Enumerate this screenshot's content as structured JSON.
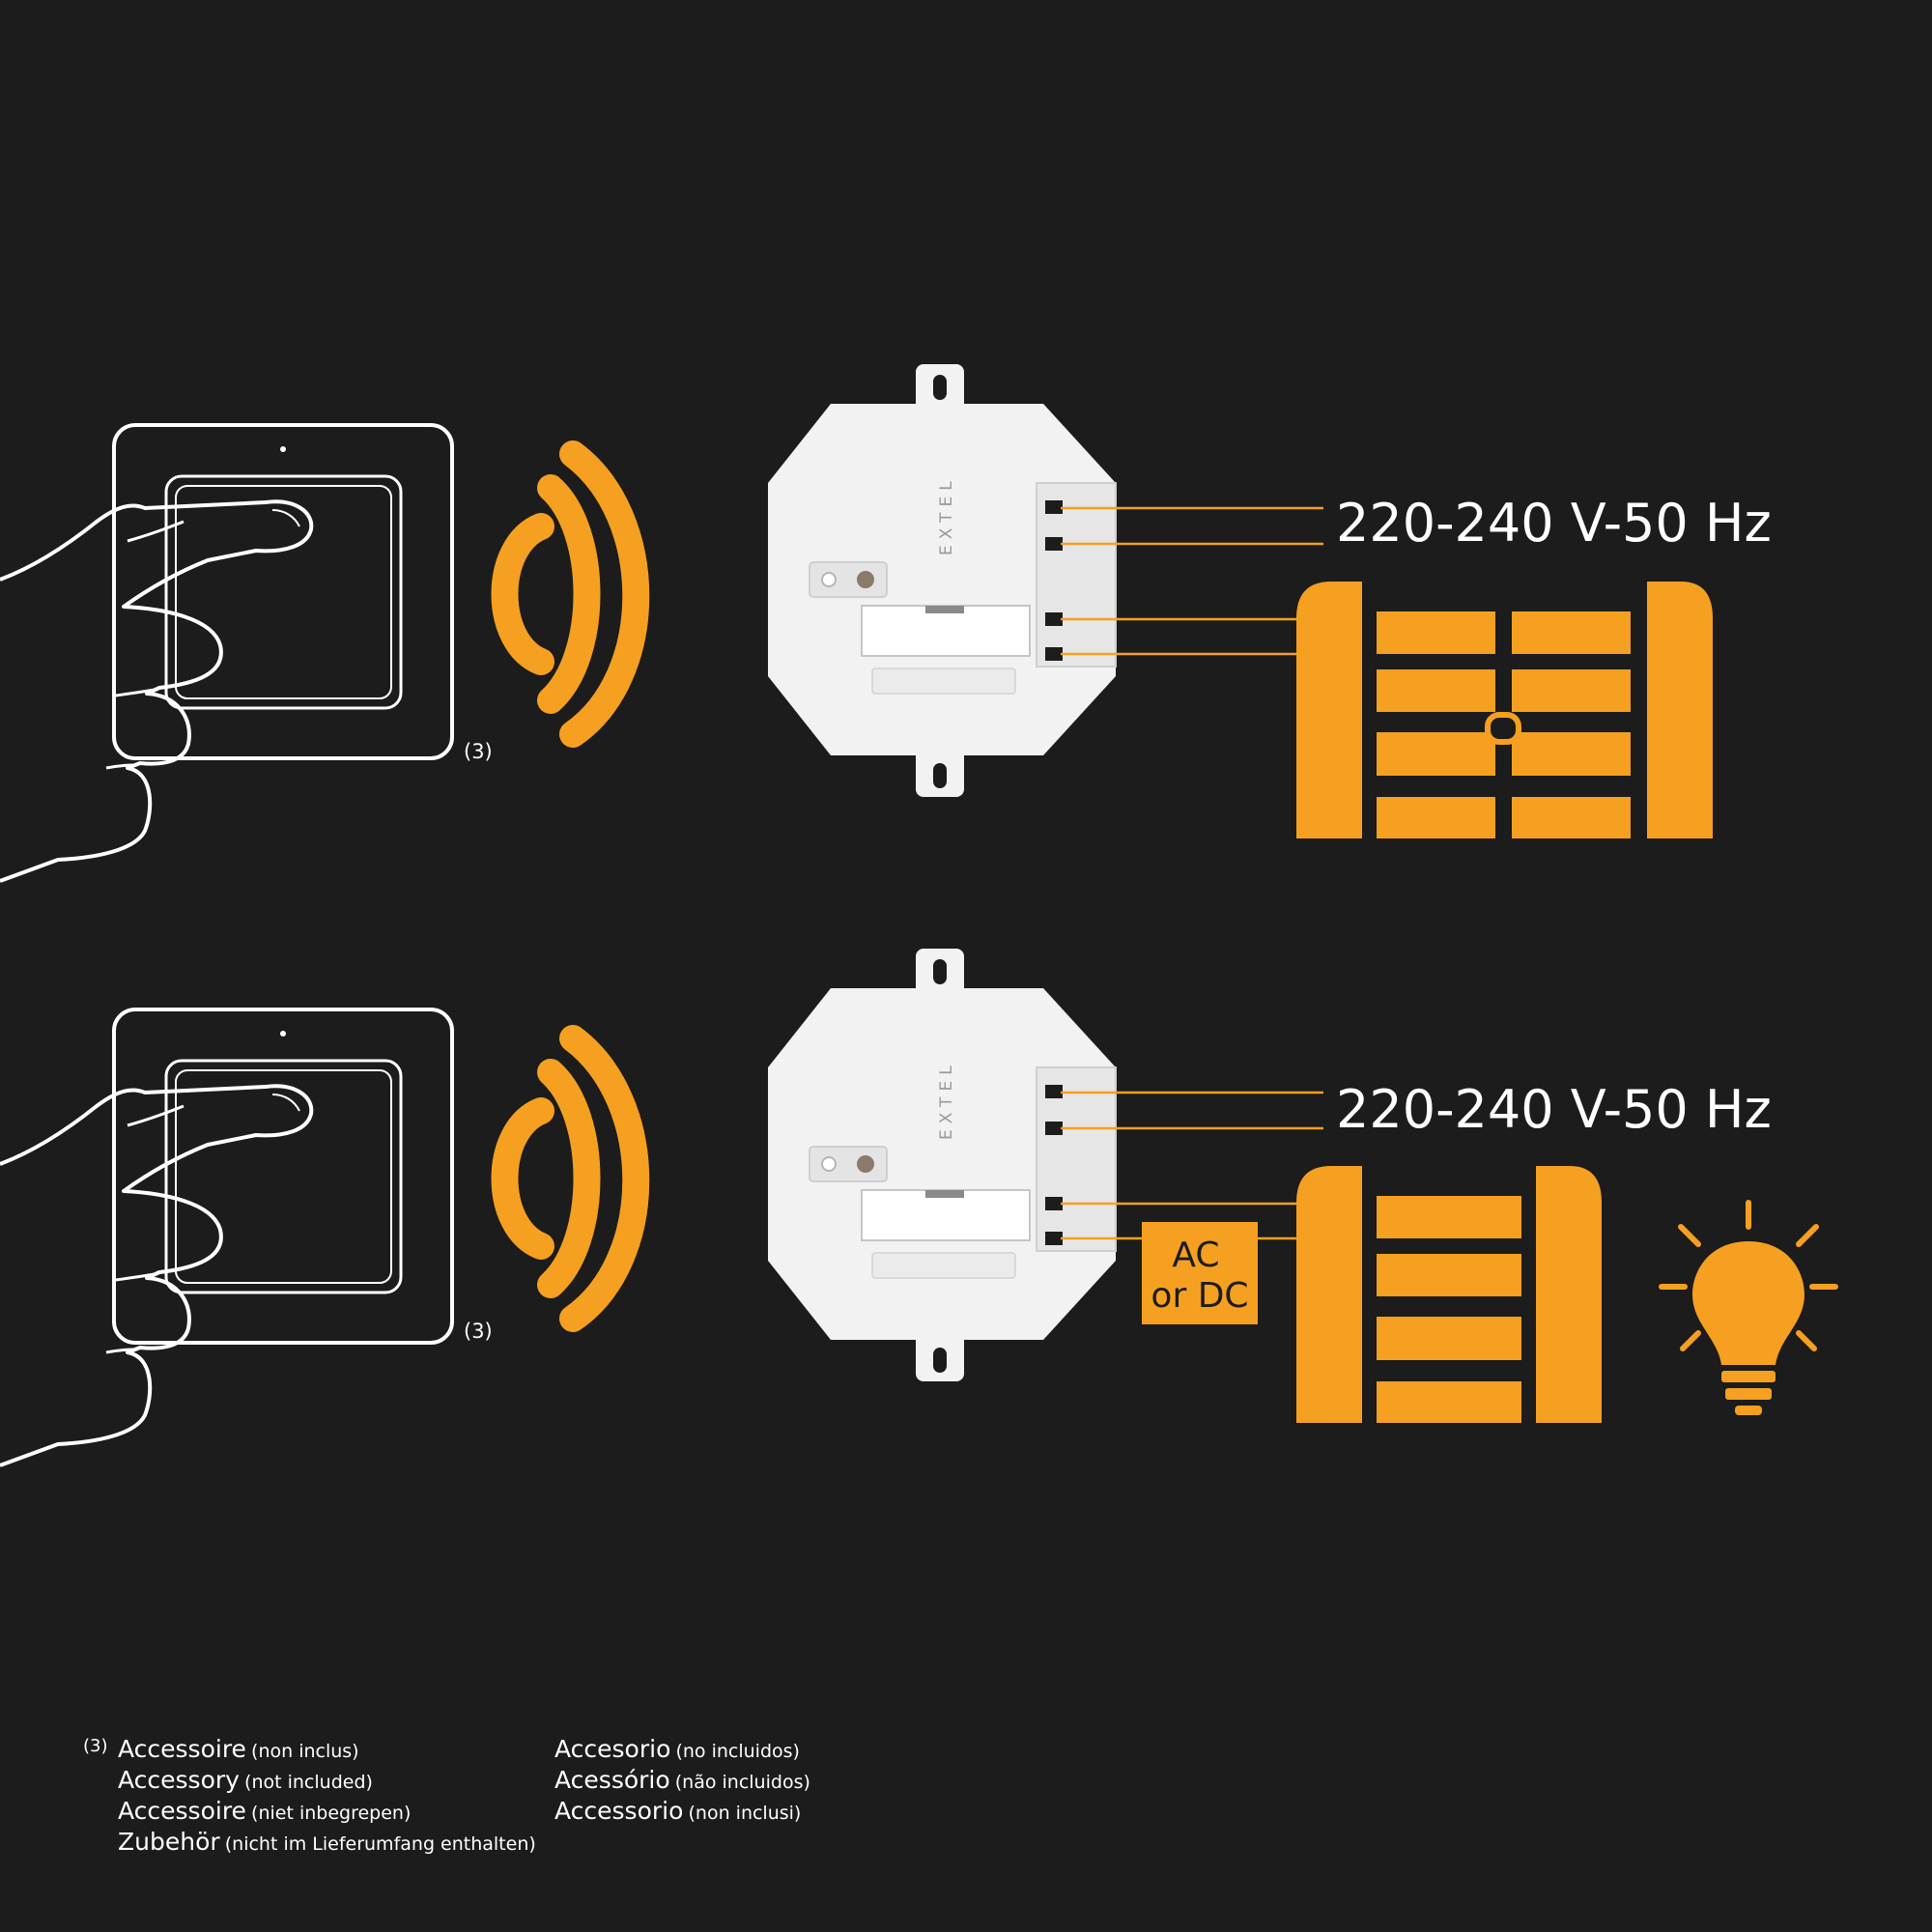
{
  "diagram": {
    "rows": [
      {
        "voltage": "220-240 V-50 Hz",
        "accessory_ref": "(3)",
        "brand": "EXTEL",
        "load": "gate",
        "light": false
      },
      {
        "voltage": "220-240 V-50 Hz",
        "accessory_ref": "(3)",
        "brand": "EXTEL",
        "load": "gate",
        "acdc_line1": "AC",
        "acdc_line2": "or DC",
        "light": true
      }
    ],
    "colors": {
      "background": "#1c1c1c",
      "accent": "#f5a020",
      "outline": "#ffffff",
      "device": "#f2f2f2"
    },
    "icons": [
      "hand-pressing-switch-icon",
      "wireless-signal-icon",
      "receiver-module-icon",
      "gate-icon",
      "light-bulb-icon"
    ]
  },
  "footnote": {
    "mark": "(3)",
    "col1": [
      {
        "main": "Accessoire",
        "sub": "(non inclus)"
      },
      {
        "main": "Accessory",
        "sub": "(not included)"
      },
      {
        "main": "Accessoire",
        "sub": "(niet inbegrepen)"
      },
      {
        "main": "Zubehör",
        "sub": "(nicht im Lieferumfang enthalten)"
      }
    ],
    "col2": [
      {
        "main": "Accesorio",
        "sub": "(no incluidos)"
      },
      {
        "main": "Acessório",
        "sub": "(não incluidos)"
      },
      {
        "main": "Accessorio",
        "sub": "(non inclusi)"
      }
    ]
  }
}
